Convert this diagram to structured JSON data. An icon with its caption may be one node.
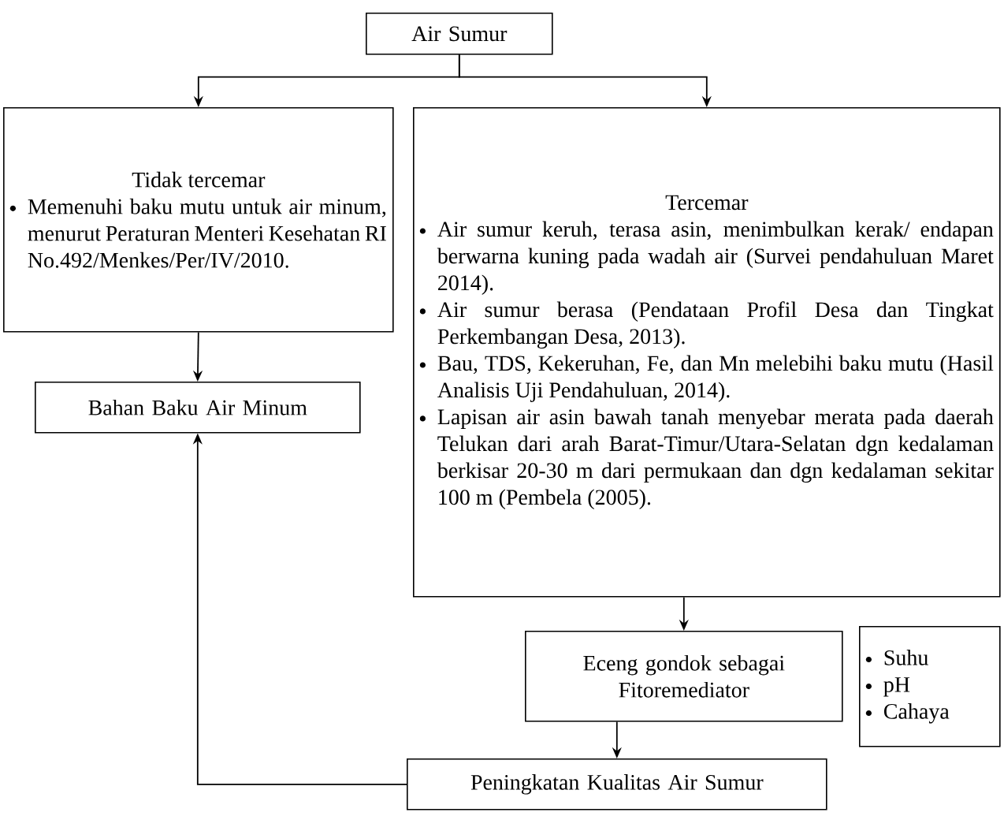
{
  "diagram": {
    "nodes": [
      {
        "text": [
          "Air Sumur"
        ]
      },
      {
        "text": [
          "Tidak tercemar",
          "Memenuhi baku mutu untuk air minum, menurut Peraturan Menteri Kesehatan RI No.492/Menkes/Per/IV/2010."
        ]
      },
      {
        "text": [
          "Tercemar",
          "Air sumur keruh, terasa asin, menimbulkan kerak/ endapan berwarna kuning pada wadah air (Survei pendahuluan Maret 2014).",
          "Air sumur berasa (Pendataan Profil Desa dan Tingkat Perkembangan Desa, 2013).",
          "Bau, TDS, Kekeruhan, Fe, dan Mn melebihi baku mutu (Hasil Analisis Uji Pendahuluan, 2014).",
          "Lapisan air asin bawah tanah menyebar merata pada daerah Telukan dari arah Barat-Timur/Utara-Selatan dgn kedalaman berkisar 20-30 m dari permukaan dan dgn kedalaman sekitar 100 m (Pembela (2005)."
        ]
      },
      {
        "text": [
          "Bahan Baku Air Minum"
        ]
      },
      {
        "text": [
          "Eceng gondok sebagai Fitoremediator"
        ]
      },
      {
        "text": [
          "Suhu",
          "pH",
          "Cahaya"
        ]
      },
      {
        "text": [
          "Peningkatan Kualitas Air Sumur"
        ]
      }
    ],
    "edges": [
      {
        "from": 0,
        "to": 1,
        "arrow": "to"
      },
      {
        "from": 0,
        "to": 2,
        "arrow": "to"
      },
      {
        "from": 1,
        "to": 3,
        "arrow": "to"
      },
      {
        "from": 2,
        "to": 4,
        "arrow": "to"
      },
      {
        "from": 4,
        "to": 6,
        "arrow": "to"
      },
      {
        "from": 6,
        "to": 3,
        "arrow": "to"
      }
    ]
  }
}
